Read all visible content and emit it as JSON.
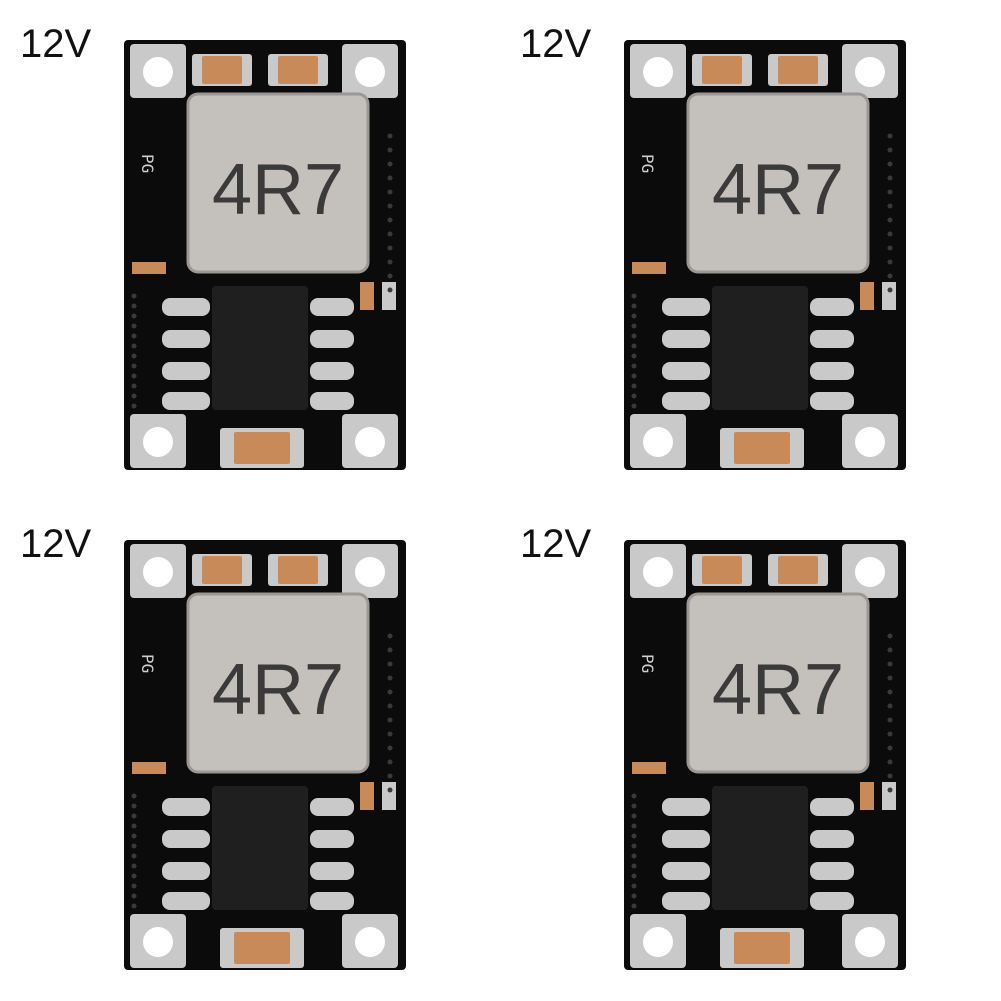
{
  "modules": [
    {
      "voltage_label": "12V",
      "inductor_marking": "4R7",
      "silkscreen": "PG"
    },
    {
      "voltage_label": "12V",
      "inductor_marking": "4R7",
      "silkscreen": "PG"
    },
    {
      "voltage_label": "12V",
      "inductor_marking": "4R7",
      "silkscreen": "PG"
    },
    {
      "voltage_label": "12V",
      "inductor_marking": "4R7",
      "silkscreen": "PG"
    }
  ],
  "colors": {
    "pcb": "#0b0b0b",
    "pad": "#c9c9c9",
    "inductor": "#c4c0bb",
    "ic": "#1f1f1f",
    "capacitor": "#c98a5a"
  }
}
